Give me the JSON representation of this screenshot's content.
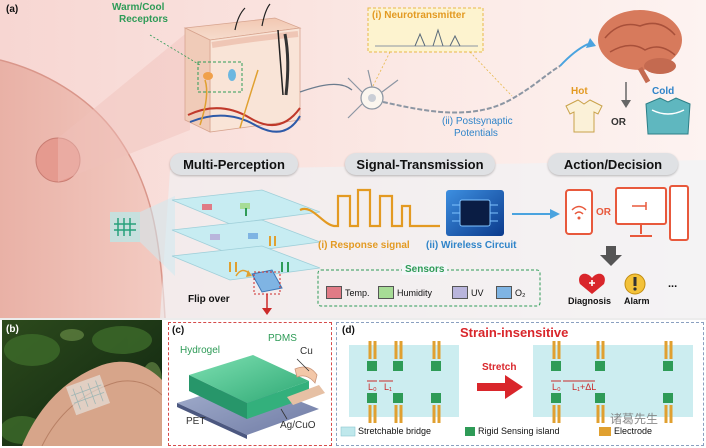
{
  "panels": {
    "a": "(a)",
    "b": "(b)",
    "c": "(c)",
    "d": "(d)"
  },
  "skin": {
    "receptors_line1": "Warm/Cool",
    "receptors_line2": "Receptors"
  },
  "neuro": {
    "neurotransmitter": "(i) Neurotransmitter",
    "postsynaptic_line1": "(ii) Postsynaptic",
    "postsynaptic_line2": "Potentials"
  },
  "decision": {
    "hot": "Hot",
    "cold": "Cold",
    "or": "OR"
  },
  "stages": {
    "perception": "Multi-Perception",
    "transmission": "Signal-Transmission",
    "action": "Action/Decision"
  },
  "signal": {
    "response": "(i) Response signal",
    "wireless": "(ii) Wireless Circuit",
    "or": "OR"
  },
  "sensors": {
    "title": "Sensors",
    "items": [
      {
        "label": "Temp.",
        "color": "#e07b86"
      },
      {
        "label": "Humidity",
        "color": "#a7dc96"
      },
      {
        "label": "UV",
        "color": "#b9b5dc"
      },
      {
        "label": "O₂",
        "color": "#7fb4e3"
      }
    ]
  },
  "outcomes": {
    "diagnosis": "Diagnosis",
    "alarm": "Alarm",
    "more": "..."
  },
  "flip": "Flip over",
  "panel_c": {
    "pdms": "PDMS",
    "hydrogel": "Hydrogel",
    "cu": "Cu",
    "pet": "PET",
    "agcuo": "Ag/CuO"
  },
  "panel_d": {
    "title": "Strain-insensitive",
    "stretch": "Stretch",
    "l0_left": "L₀",
    "l1_left": "L₁",
    "l0_right": "L₀",
    "l1_right": "L₁+ΔL",
    "legend_bridge": "Stretchable bridge",
    "legend_island": "Rigid Sensing island",
    "legend_electrode": "Electrode"
  },
  "watermark": "诸葛先生"
}
